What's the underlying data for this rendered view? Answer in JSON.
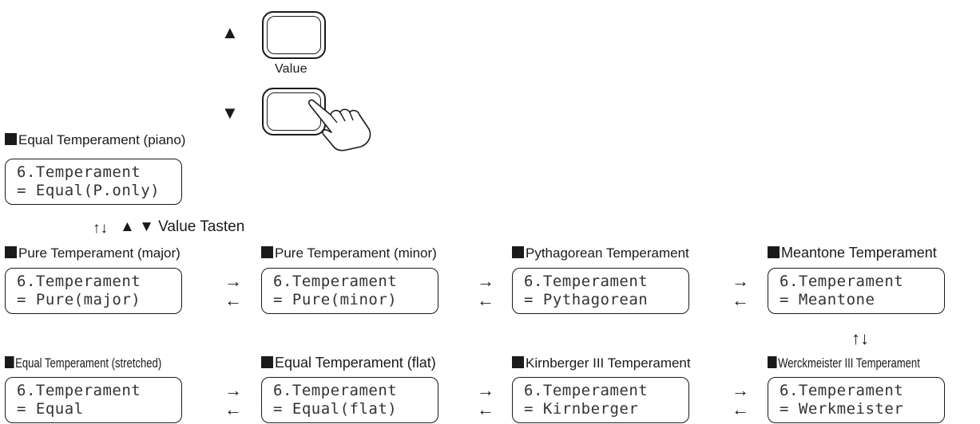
{
  "buttons": {
    "up_symbol": "▲",
    "down_symbol": "▼",
    "value_label": "Value"
  },
  "caption": {
    "arrows": "↑↓",
    "text": "▲ ▼ Value Tasten"
  },
  "lcd_header": "6.Temperament",
  "h_arrow_right": "→",
  "h_arrow_left": "←",
  "v_arrows": "↑↓",
  "panels": {
    "equal_piano": {
      "label": "Equal Temperament (piano)",
      "value": "= Equal(P.only)"
    },
    "pure_major": {
      "label": "Pure Temperament (major)",
      "value": "= Pure(major)"
    },
    "pure_minor": {
      "label": "Pure Temperament (minor)",
      "value": "= Pure(minor)"
    },
    "pythagorean": {
      "label": "Pythagorean Temperament",
      "value": "= Pythagorean"
    },
    "meantone": {
      "label": "Meantone Temperament",
      "value": "= Meantone"
    },
    "equal_stretched": {
      "label": "Equal Temperament (stretched)",
      "value": "= Equal"
    },
    "equal_flat": {
      "label": "Equal Temperament (flat)",
      "value": "= Equal(flat)"
    },
    "kirnberger": {
      "label": "Kirnberger III Temperament",
      "value": "= Kirnberger"
    },
    "werckmeister": {
      "label": "Werckmeister III Temperament",
      "value": "= Werkmeister"
    }
  }
}
